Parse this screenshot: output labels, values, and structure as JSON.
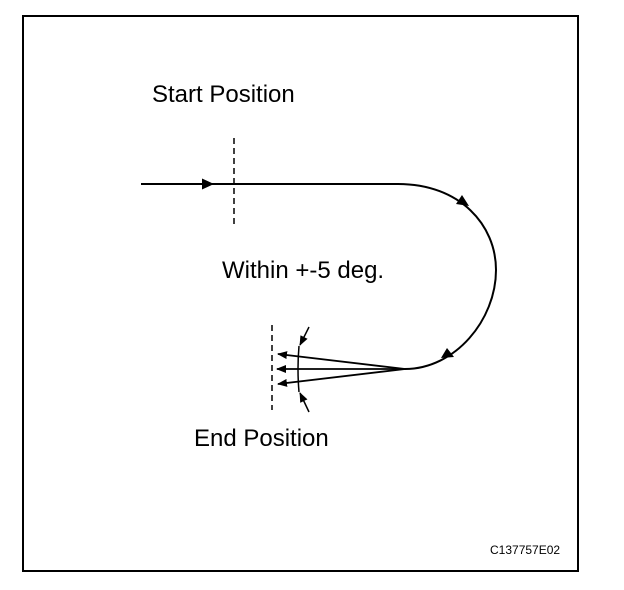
{
  "labels": {
    "start": "Start Position",
    "angle": "Within +-5 deg.",
    "end": "End Position"
  },
  "figure_code": "C137757E02",
  "colors": {
    "line": "#000000",
    "background": "#ffffff"
  }
}
